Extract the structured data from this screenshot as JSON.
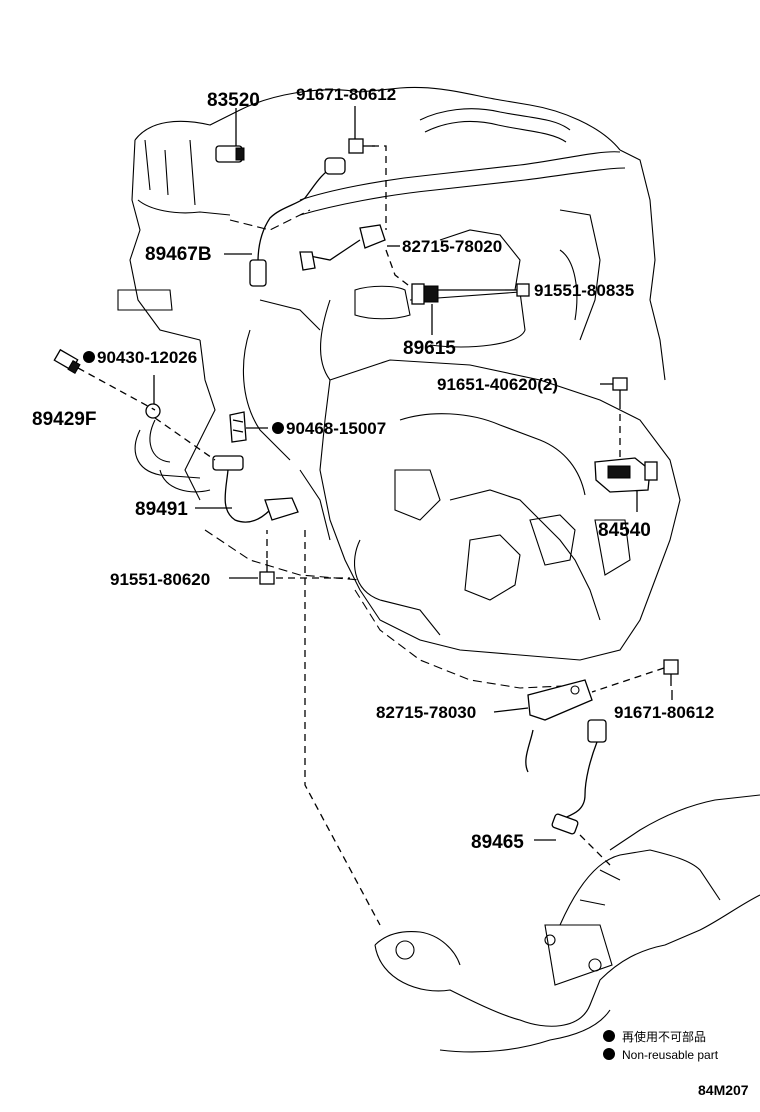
{
  "diagram_code": "84M207",
  "callouts": {
    "p83520": "83520",
    "p91671_top": "91671-80612",
    "p89467B": "89467B",
    "p82715_top": "82715-78020",
    "p91551_80835": "91551-80835",
    "p89615": "89615",
    "p91651": "91651-40620(2)",
    "p90430": "90430-12026",
    "p89429F": "89429F",
    "p90468": "90468-15007",
    "p84540": "84540",
    "p89491": "89491",
    "p91551_80620": "91551-80620",
    "p82715_bottom": "82715-78030",
    "p91671_bottom": "91671-80612",
    "p89465": "89465"
  },
  "legend": {
    "jp": "再使用不可部品",
    "en": "Non-reusable part",
    "marker_icon": "filled-circle-icon"
  }
}
